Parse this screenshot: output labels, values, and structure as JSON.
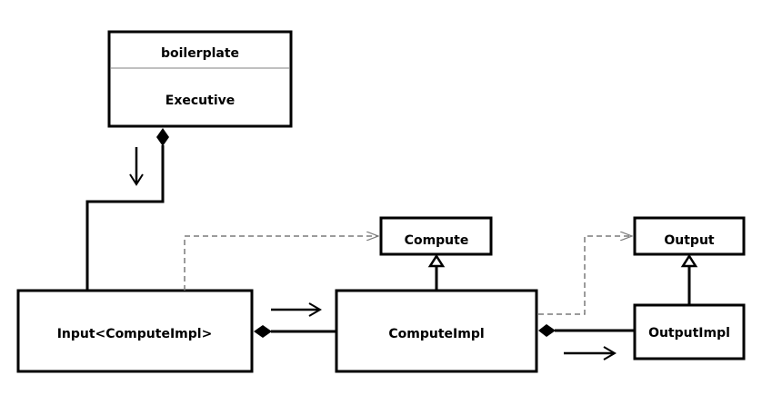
{
  "diagram": {
    "executive_box": {
      "header": "boilerplate",
      "name": "Executive"
    },
    "input_box": {
      "name": "Input<ComputeImpl>"
    },
    "compute_impl_box": {
      "name": "ComputeImpl"
    },
    "compute_interface": {
      "name": "Compute"
    },
    "output_interface": {
      "name": "Output"
    },
    "output_impl_box": {
      "name": "OutputImpl"
    }
  },
  "colors": {
    "stroke": "#000000",
    "dashed": "#7a7a7a",
    "divider": "#808080",
    "background": "#ffffff"
  }
}
